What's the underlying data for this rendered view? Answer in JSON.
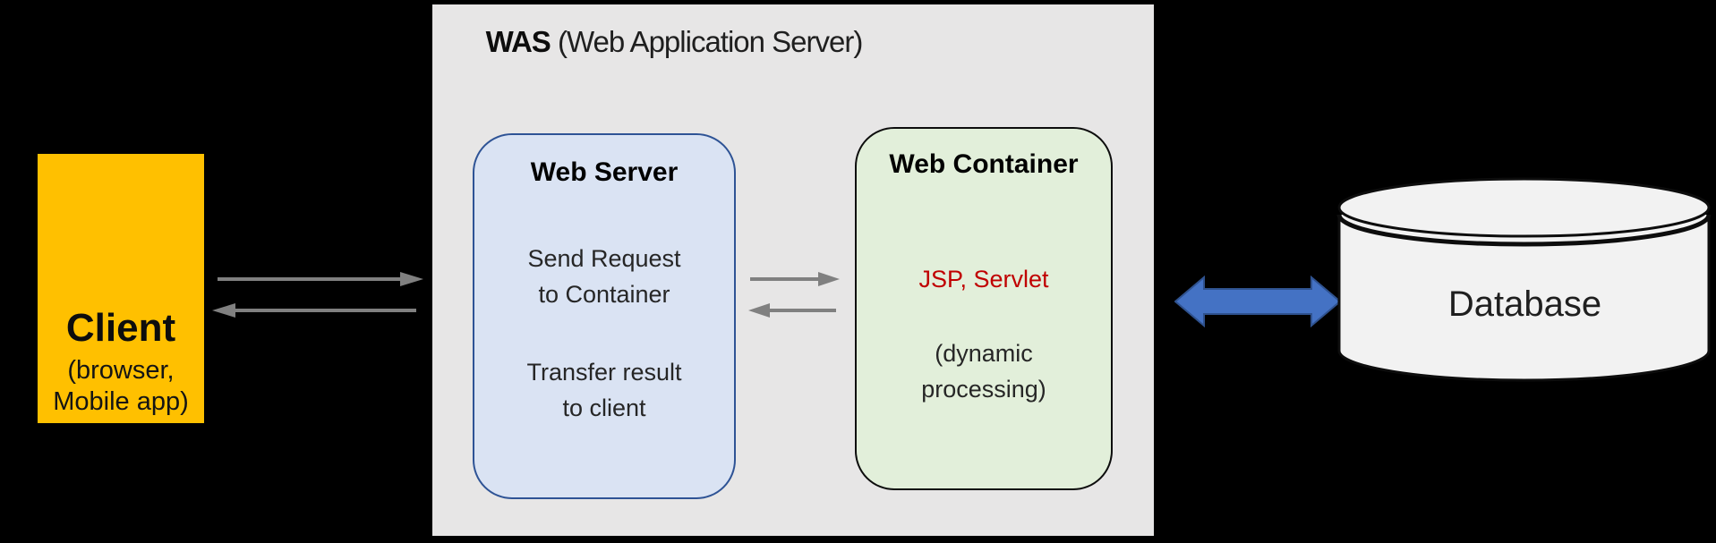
{
  "was": {
    "title_bold": "WAS",
    "title_rest": " (Web Application Server)"
  },
  "client": {
    "title": "Client",
    "subtitle_line1": "(browser,",
    "subtitle_line2": "Mobile app)"
  },
  "web_server": {
    "title": "Web Server",
    "body1_line1": "Send Request",
    "body1_line2": "to Container",
    "body2_line1": "Transfer result",
    "body2_line2": "to client"
  },
  "web_container": {
    "title": "Web Container",
    "tech_label": "JSP, Servlet",
    "note_line1": "(dynamic",
    "note_line2": "processing)"
  },
  "database": {
    "label": "Database"
  },
  "colors": {
    "background": "#000000",
    "client_fill": "#FFC000",
    "was_panel_fill": "#E7E6E6",
    "web_server_fill": "#DAE3F3",
    "web_server_border": "#2E5395",
    "web_container_fill": "#E2EFDA",
    "web_container_border": "#0D0D0D",
    "tech_label_text": "#C00000",
    "arrow_gray": "#808080",
    "db_arrow_fill": "#4472C4",
    "db_arrow_border": "#2F528F",
    "database_fill": "#F2F2F2",
    "database_stroke": "#0D0D0D"
  }
}
